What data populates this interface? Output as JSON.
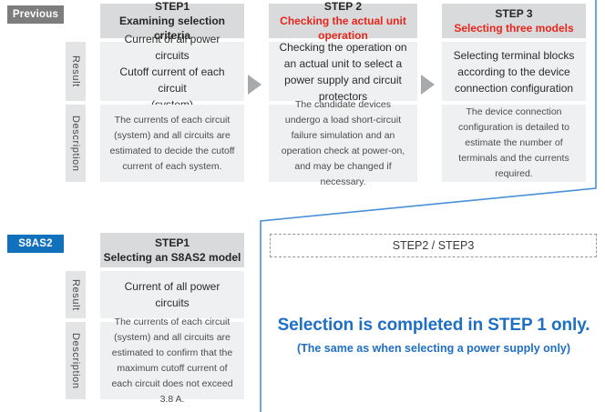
{
  "badges": {
    "previous": {
      "label": "Previous",
      "color": "#7d7d7d"
    },
    "current": {
      "label": "S8AS2",
      "color": "#1271bd"
    }
  },
  "row_labels": {
    "result": "Result",
    "description": "Description"
  },
  "previous_flow": {
    "steps": [
      {
        "step_no": "STEP1",
        "title": "Examining selection criteria",
        "title_accent": false,
        "result": "Current of all power circuits\nCutoff current of each circuit\n(system)",
        "description": "The currents of each circuit (system) and all circuits are estimated to decide the cutoff current of each system."
      },
      {
        "step_no": "STEP 2",
        "title": "Checking the actual unit operation",
        "title_accent": true,
        "result": "Checking the operation on an actual unit to select a power supply and circuit protectors",
        "description": "The candidate devices undergo a load short-circuit failure simulation and an operation check at power-on, and may be changed if necessary."
      },
      {
        "step_no": "STEP 3",
        "title": "Selecting three models",
        "title_accent": true,
        "result": "Selecting terminal blocks according to the device connection configuration",
        "description": "The device connection configuration is detailed to estimate the number of terminals and the currents required."
      }
    ]
  },
  "new_flow": {
    "steps": [
      {
        "step_no": "STEP1",
        "title": "Selecting an S8AS2 model",
        "title_accent": false,
        "result": "Current of all power circuits",
        "description": "The currents of each circuit (system) and all circuits are estimated to confirm that the maximum cutoff current of each circuit does not exceed 3.8 A."
      }
    ],
    "skipped_steps_label": "STEP2 / STEP3",
    "conclusion_main": "Selection is completed in STEP 1 only.",
    "conclusion_sub": "(The same as when selecting a power supply only)",
    "accent_color": "#1f6fc4"
  },
  "connector": {
    "color": "#4a90d9"
  },
  "arrow_color": "#a7a9ab"
}
